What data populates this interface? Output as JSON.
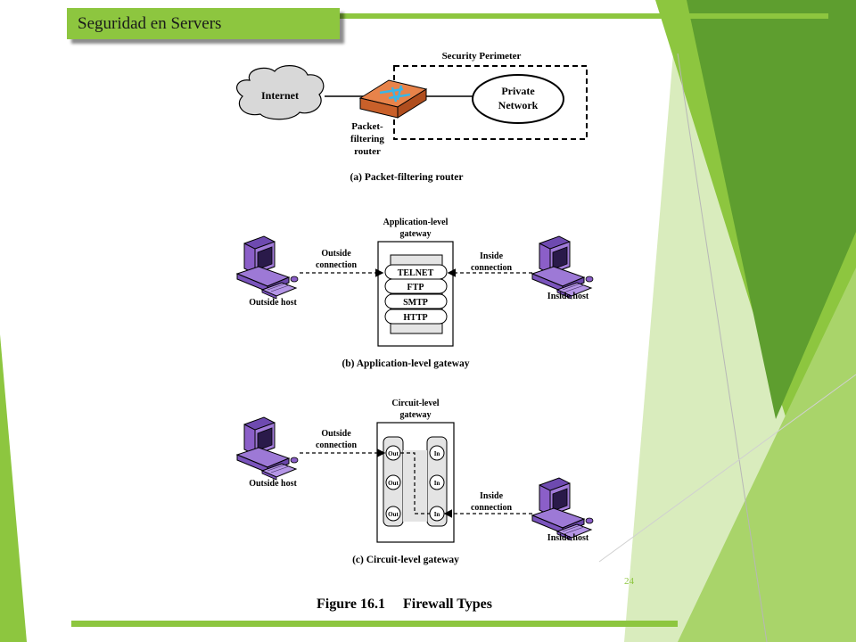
{
  "slide": {
    "title": "Seguridad en Servers",
    "page_number": "24",
    "colors": {
      "accent": "#8dc63f",
      "accent_dark": "#5e9e2f",
      "accent_light": "#c9e39c",
      "host_purple": "#8b5fc8"
    }
  },
  "panel_a": {
    "perimeter_label": "Security Perimeter",
    "internet": "Internet",
    "private_network_line1": "Private",
    "private_network_line2": "Network",
    "router_line1": "Packet-",
    "router_line2": "filtering",
    "router_line3": "router",
    "caption": "(a) Packet-filtering router"
  },
  "panel_b": {
    "gateway_line1": "Application-level",
    "gateway_line2": "gateway",
    "outside_conn_line1": "Outside",
    "outside_conn_line2": "connection",
    "inside_conn_line1": "Inside",
    "inside_conn_line2": "connection",
    "protocols": [
      "TELNET",
      "FTP",
      "SMTP",
      "HTTP"
    ],
    "outside_host": "Outside host",
    "inside_host": "Inside host",
    "caption": "(b) Application-level gateway"
  },
  "panel_c": {
    "gateway_line1": "Circuit-level",
    "gateway_line2": "gateway",
    "outside_conn_line1": "Outside",
    "outside_conn_line2": "connection",
    "inside_conn_line1": "Inside",
    "inside_conn_line2": "connection",
    "out_port": "Out",
    "in_port": "In",
    "outside_host": "Outside host",
    "inside_host": "Inside host",
    "caption": "(c) Circuit-level gateway"
  },
  "figure": {
    "number": "Figure 16.1",
    "title": "Firewall Types"
  }
}
